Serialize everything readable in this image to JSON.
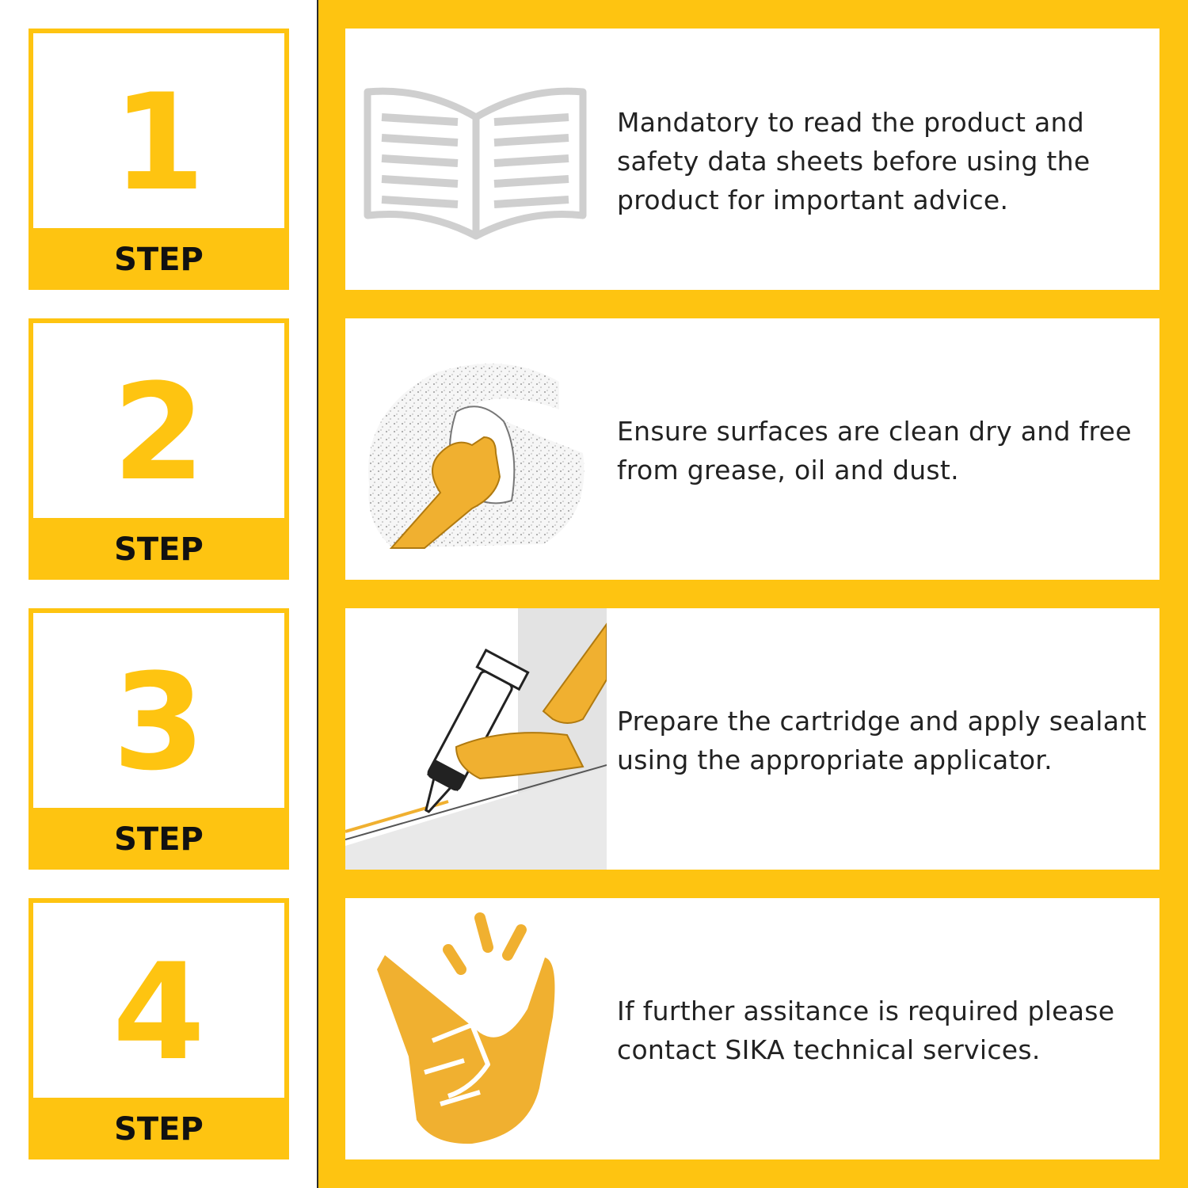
{
  "colors": {
    "accent": "#fec411",
    "text": "#222222",
    "glove": "#f0b030",
    "book": "#cfcfcf"
  },
  "steps": [
    {
      "number": "1",
      "label": "STEP",
      "icon": "open-book-icon",
      "text": "Mandatory to read the product and\nsafety data sheets before using the\nproduct for important advice."
    },
    {
      "number": "2",
      "label": "STEP",
      "icon": "cleaning-hand-icon",
      "text": "Ensure surfaces are clean dry and free\nfrom grease, oil and dust."
    },
    {
      "number": "3",
      "label": "STEP",
      "icon": "sealant-gun-icon",
      "text": "Prepare the cartridge and apply sealant\nusing the appropriate applicator."
    },
    {
      "number": "4",
      "label": "STEP",
      "icon": "finger-snap-icon",
      "text": "If further assitance is required please\ncontact SIKA technical services."
    }
  ]
}
